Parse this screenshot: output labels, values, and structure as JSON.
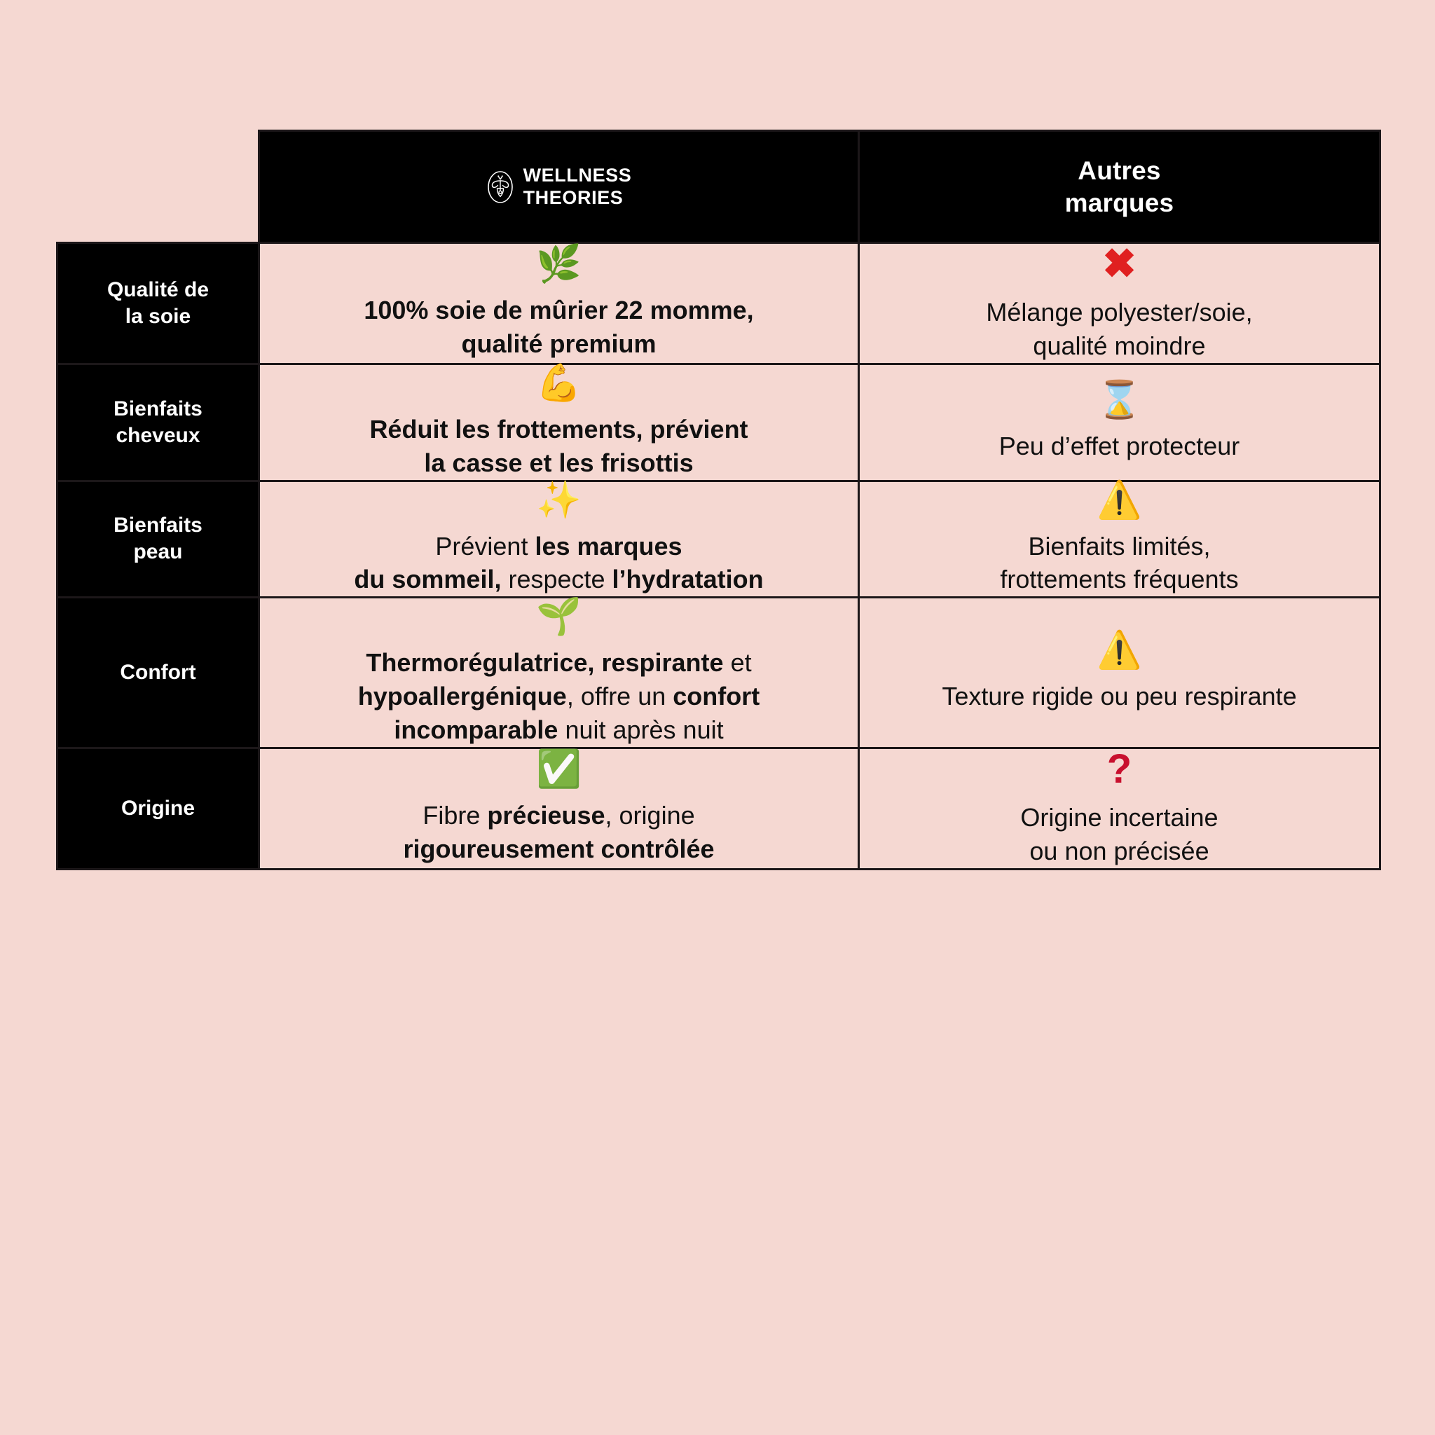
{
  "background_color": "#F5D8D2",
  "accent_colors": {
    "header_bg": "#000000",
    "header_text": "#FFFFFF",
    "body_text": "#111111",
    "negative_red": "#E02020",
    "question_red": "#C8102E"
  },
  "header": {
    "label_column": "",
    "brand": {
      "logo_icon": "bee-oval-logo-icon",
      "line1": "WELLNESS",
      "line2": "THEORIES"
    },
    "competitor": {
      "line1": "Autres",
      "line2": "marques"
    }
  },
  "rows": [
    {
      "label": "Qualité de\nla soie",
      "label_line1": "Qualité de",
      "label_line2": "la soie",
      "brand": {
        "emoji": "🌿",
        "emoji_name": "herb-icon",
        "text_plain": "100% soie de mûrier 22 momme, qualité premium",
        "segments": [
          {
            "text": "100% soie de mûrier 22 momme, qualité premium",
            "bold": true
          }
        ]
      },
      "other": {
        "emoji": "✖",
        "emoji_name": "cross-mark-icon",
        "emoji_style": "mark-x",
        "text_plain": "Mélange polyester/soie, qualité moindre",
        "segments": [
          {
            "text": "Mélange polyester/soie, qualité moindre",
            "bold": false
          }
        ]
      }
    },
    {
      "label": "Bienfaits\ncheveux",
      "label_line1": "Bienfaits",
      "label_line2": "cheveux",
      "brand": {
        "emoji": "💪",
        "emoji_name": "flexed-biceps-icon",
        "text_plain": "Réduit les frottements, prévient la casse et les frisottis",
        "segments": [
          {
            "text": "Réduit les frottements, prévient la casse et les frisottis",
            "bold": true
          }
        ]
      },
      "other": {
        "emoji": "⌛",
        "emoji_name": "hourglass-icon",
        "text_plain": "Peu d’effet protecteur",
        "segments": [
          {
            "text": "Peu d’effet protecteur",
            "bold": false
          }
        ]
      }
    },
    {
      "label": "Bienfaits\npeau",
      "label_line1": "Bienfaits",
      "label_line2": "peau",
      "brand": {
        "emoji": "✨",
        "emoji_name": "sparkles-icon",
        "text_plain": "Prévient les marques du sommeil, respecte l’hydratation",
        "segments": [
          {
            "text": "Prévient ",
            "bold": false
          },
          {
            "text": "les marques du sommeil,",
            "bold": true
          },
          {
            "text": " respecte ",
            "bold": false
          },
          {
            "text": "l’hydratation",
            "bold": true
          }
        ]
      },
      "other": {
        "emoji": "⚠️",
        "emoji_name": "warning-icon",
        "text_plain": "Bienfaits limités, frottements fréquents",
        "segments": [
          {
            "text": "Bienfaits limités, frottements fréquents",
            "bold": false
          }
        ]
      }
    },
    {
      "label": "Confort",
      "label_line1": "Confort",
      "label_line2": "",
      "brand": {
        "emoji": "🌱",
        "emoji_name": "seedling-icon",
        "text_plain": "Thermorégulatrice, respirante et hypoallergénique, offre un confort incomparable nuit après nuit",
        "segments": [
          {
            "text": "Thermorégulatrice, respirante",
            "bold": true
          },
          {
            "text": " et ",
            "bold": false
          },
          {
            "text": "hypoallergénique",
            "bold": true
          },
          {
            "text": ", offre un ",
            "bold": false
          },
          {
            "text": "confort incomparable",
            "bold": true
          },
          {
            "text": " nuit après nuit",
            "bold": false
          }
        ]
      },
      "other": {
        "emoji": "⚠️",
        "emoji_name": "warning-icon",
        "text_plain": "Texture rigide ou peu respirante",
        "segments": [
          {
            "text": "Texture rigide ou peu respirante",
            "bold": false
          }
        ]
      }
    },
    {
      "label": "Origine",
      "label_line1": "Origine",
      "label_line2": "",
      "brand": {
        "emoji": "✅",
        "emoji_name": "check-mark-button-icon",
        "text_plain": "Fibre précieuse, origine rigoureusement contrôlée",
        "segments": [
          {
            "text": "Fibre ",
            "bold": false
          },
          {
            "text": "précieuse",
            "bold": true
          },
          {
            "text": ", origine ",
            "bold": false
          },
          {
            "text": "rigoureusement contrôlée",
            "bold": true
          }
        ]
      },
      "other": {
        "emoji": "?",
        "emoji_name": "question-mark-icon",
        "emoji_style": "mark-q",
        "text_plain": "Origine incertaine ou non précisée",
        "segments": [
          {
            "text": "Origine incertaine ou non précisée",
            "bold": false
          }
        ]
      }
    }
  ]
}
